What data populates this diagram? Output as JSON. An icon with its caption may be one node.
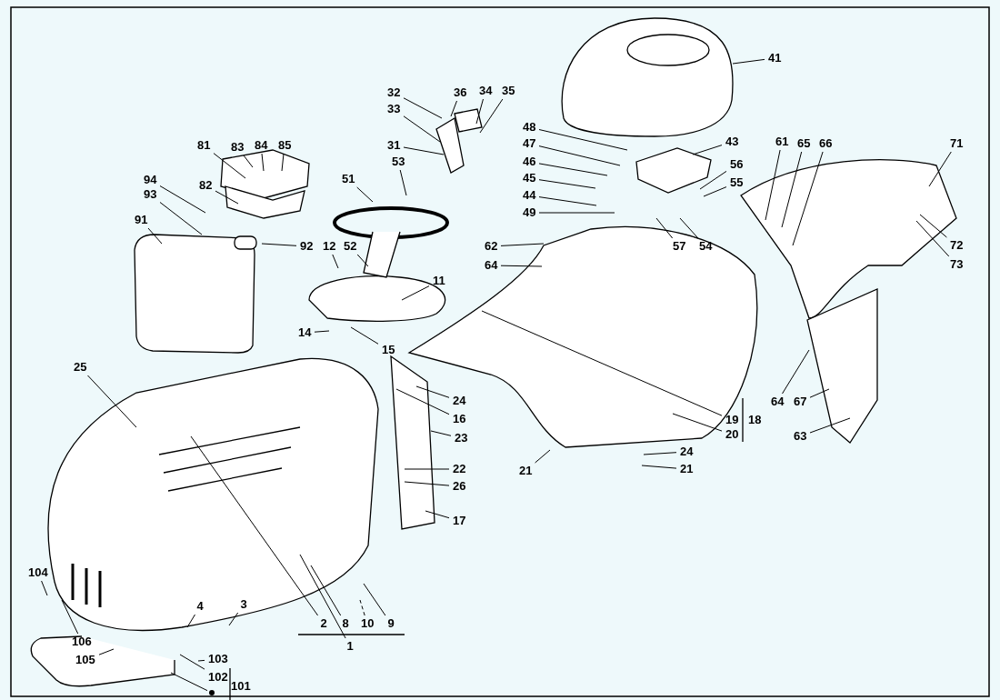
{
  "diagram": {
    "nodes": [
      {
        "text": [
          "41"
        ]
      },
      {
        "text": [
          "32"
        ]
      },
      {
        "text": [
          "36"
        ]
      },
      {
        "text": [
          "34"
        ]
      },
      {
        "text": [
          "35"
        ]
      },
      {
        "text": [
          "33"
        ]
      },
      {
        "text": [
          "31"
        ]
      },
      {
        "text": [
          "81"
        ]
      },
      {
        "text": [
          "83"
        ]
      },
      {
        "text": [
          "84"
        ]
      },
      {
        "text": [
          "85"
        ]
      },
      {
        "text": [
          "48"
        ]
      },
      {
        "text": [
          "43"
        ]
      },
      {
        "text": [
          "61"
        ]
      },
      {
        "text": [
          "65"
        ]
      },
      {
        "text": [
          "66"
        ]
      },
      {
        "text": [
          "71"
        ]
      },
      {
        "text": [
          "47"
        ]
      },
      {
        "text": [
          "46"
        ]
      },
      {
        "text": [
          "56"
        ]
      },
      {
        "text": [
          "53"
        ]
      },
      {
        "text": [
          "45"
        ]
      },
      {
        "text": [
          "55"
        ]
      },
      {
        "text": [
          "51"
        ]
      },
      {
        "text": [
          "94"
        ]
      },
      {
        "text": [
          "82"
        ]
      },
      {
        "text": [
          "93"
        ]
      },
      {
        "text": [
          "44"
        ]
      },
      {
        "text": [
          "49"
        ]
      },
      {
        "text": [
          "91"
        ]
      },
      {
        "text": [
          "62"
        ]
      },
      {
        "text": [
          "57"
        ]
      },
      {
        "text": [
          "54"
        ]
      },
      {
        "text": [
          "92"
        ]
      },
      {
        "text": [
          "12"
        ]
      },
      {
        "text": [
          "52"
        ]
      },
      {
        "text": [
          "72"
        ]
      },
      {
        "text": [
          "73"
        ]
      },
      {
        "text": [
          "64"
        ]
      },
      {
        "text": [
          "11"
        ]
      },
      {
        "text": [
          "14"
        ]
      },
      {
        "text": [
          "15"
        ]
      },
      {
        "text": [
          "25"
        ]
      },
      {
        "text": [
          "64"
        ]
      },
      {
        "text": [
          "67"
        ]
      },
      {
        "text": [
          "24"
        ]
      },
      {
        "text": [
          "16"
        ]
      },
      {
        "text": [
          "19"
        ]
      },
      {
        "text": [
          "20"
        ]
      },
      {
        "text": [
          "23"
        ]
      },
      {
        "text": [
          "63"
        ]
      },
      {
        "text": [
          "24"
        ]
      },
      {
        "text": [
          "21"
        ]
      },
      {
        "text": [
          "21"
        ]
      },
      {
        "text": [
          "22"
        ]
      },
      {
        "text": [
          "26"
        ]
      },
      {
        "text": [
          "17"
        ]
      },
      {
        "text": [
          "104"
        ]
      },
      {
        "text": [
          "4"
        ]
      },
      {
        "text": [
          "3"
        ]
      },
      {
        "text": [
          "2"
        ]
      },
      {
        "text": [
          "8"
        ]
      },
      {
        "text": [
          "10"
        ]
      },
      {
        "text": [
          "9"
        ]
      },
      {
        "text": [
          "1"
        ]
      },
      {
        "text": [
          "106"
        ]
      },
      {
        "text": [
          "105"
        ]
      },
      {
        "text": [
          "103"
        ]
      },
      {
        "text": [
          "102"
        ]
      },
      {
        "text": [],
        "shape": "circle"
      }
    ],
    "edges": [
      {
        "from": 0,
        "to": null,
        "arrow": "none"
      },
      {
        "from": 1,
        "to": null,
        "arrow": "none"
      },
      {
        "from": 2,
        "to": null,
        "arrow": "none"
      },
      {
        "from": 3,
        "to": null,
        "arrow": "none"
      },
      {
        "from": 4,
        "to": null,
        "arrow": "none"
      },
      {
        "from": 5,
        "to": null,
        "arrow": "none"
      },
      {
        "from": 6,
        "to": null,
        "arrow": "none"
      },
      {
        "from": 7,
        "to": null,
        "arrow": "none"
      },
      {
        "from": 8,
        "to": null,
        "arrow": "none"
      },
      {
        "from": 9,
        "to": null,
        "arrow": "none"
      },
      {
        "from": 10,
        "to": null,
        "arrow": "none"
      },
      {
        "from": 11,
        "to": null,
        "arrow": "none"
      },
      {
        "from": 12,
        "to": null,
        "arrow": "none"
      },
      {
        "from": 13,
        "to": null,
        "arrow": "none"
      },
      {
        "from": 14,
        "to": null,
        "arrow": "none"
      },
      {
        "from": 15,
        "to": null,
        "arrow": "none"
      },
      {
        "from": 16,
        "to": null,
        "arrow": "none"
      },
      {
        "from": 17,
        "to": null,
        "arrow": "none"
      },
      {
        "from": 18,
        "to": null,
        "arrow": "none"
      },
      {
        "from": 19,
        "to": null,
        "arrow": "none"
      },
      {
        "from": 20,
        "to": null,
        "arrow": "none"
      },
      {
        "from": 21,
        "to": null,
        "arrow": "none"
      },
      {
        "from": 22,
        "to": null,
        "arrow": "none"
      },
      {
        "from": 23,
        "to": null,
        "arrow": "none"
      },
      {
        "from": 24,
        "to": null,
        "arrow": "none"
      },
      {
        "from": 25,
        "to": null,
        "arrow": "none"
      },
      {
        "from": 26,
        "to": null,
        "arrow": "none"
      },
      {
        "from": 27,
        "to": null,
        "arrow": "none"
      },
      {
        "from": 28,
        "to": null,
        "arrow": "none"
      },
      {
        "from": 29,
        "to": null,
        "arrow": "none"
      },
      {
        "from": 30,
        "to": null,
        "arrow": "none"
      },
      {
        "from": 31,
        "to": null,
        "arrow": "none"
      },
      {
        "from": 32,
        "to": null,
        "arrow": "none"
      },
      {
        "from": 33,
        "to": null,
        "arrow": "none"
      },
      {
        "from": 34,
        "to": null,
        "arrow": "none"
      },
      {
        "from": 35,
        "to": null,
        "arrow": "none"
      },
      {
        "from": 36,
        "to": null,
        "arrow": "none"
      },
      {
        "from": 37,
        "to": null,
        "arrow": "none"
      },
      {
        "from": 38,
        "to": null,
        "arrow": "none"
      },
      {
        "from": 39,
        "to": null,
        "arrow": "none"
      },
      {
        "from": 40,
        "to": null,
        "arrow": "none"
      },
      {
        "from": 41,
        "to": null,
        "arrow": "none"
      },
      {
        "from": 42,
        "to": null,
        "arrow": "none"
      },
      {
        "from": 43,
        "to": null,
        "arrow": "none"
      },
      {
        "from": 44,
        "to": null,
        "arrow": "none"
      },
      {
        "from": 45,
        "to": null,
        "arrow": "none"
      },
      {
        "from": 46,
        "to": null,
        "arrow": "none"
      },
      {
        "from": 47,
        "to": null,
        "arrow": "none"
      },
      {
        "from": 48,
        "to": null,
        "arrow": "none"
      },
      {
        "from": 49,
        "to": null,
        "arrow": "none"
      },
      {
        "from": 50,
        "to": null,
        "arrow": "none"
      },
      {
        "from": 51,
        "to": null,
        "arrow": "none"
      },
      {
        "from": 52,
        "to": null,
        "arrow": "none"
      },
      {
        "from": 53,
        "to": null,
        "arrow": "none"
      },
      {
        "from": 54,
        "to": null,
        "arrow": "none"
      },
      {
        "from": 55,
        "to": null,
        "arrow": "none"
      },
      {
        "from": 56,
        "to": null,
        "arrow": "none"
      },
      {
        "from": 57,
        "to": null,
        "arrow": "none"
      },
      {
        "from": 58,
        "to": null,
        "arrow": "none"
      },
      {
        "from": 59,
        "to": null,
        "arrow": "none"
      },
      {
        "from": 60,
        "to": null,
        "arrow": "none"
      },
      {
        "from": 61,
        "to": null,
        "arrow": "none"
      },
      {
        "from": 62,
        "to": null,
        "arrow": "none",
        "style": "dashed"
      },
      {
        "from": 63,
        "to": null,
        "arrow": "none"
      },
      {
        "from": 64,
        "to": null,
        "arrow": "none"
      },
      {
        "from": 65,
        "to": null,
        "arrow": "none"
      },
      {
        "from": 66,
        "to": null,
        "arrow": "none"
      },
      {
        "from": 67,
        "to": null,
        "arrow": "none"
      },
      {
        "from": 68,
        "to": null,
        "arrow": "none"
      },
      {
        "from": 69,
        "to": null,
        "arrow": "none"
      }
    ],
    "labels": [
      "18",
      "101"
    ]
  }
}
